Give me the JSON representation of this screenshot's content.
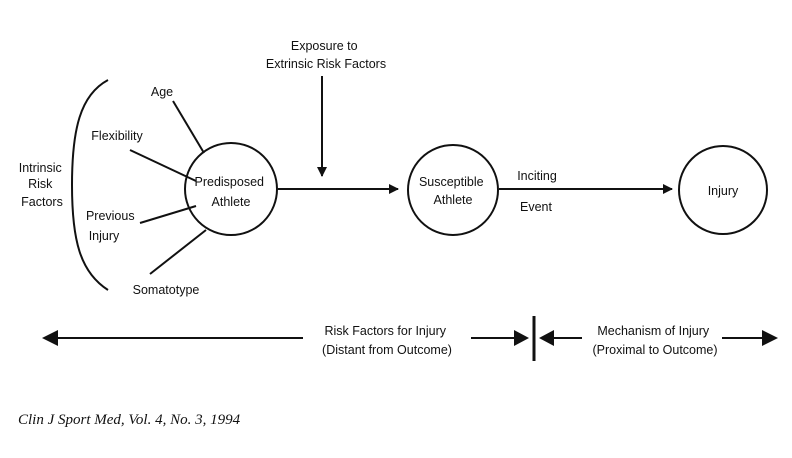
{
  "diagram": {
    "intrinsic_label": [
      "Intrinsic",
      "Risk",
      "Factors"
    ],
    "factors": {
      "age": "Age",
      "flexibility": "Flexibility",
      "previous_injury": [
        "Previous",
        "Injury"
      ],
      "somatotype": "Somatotype"
    },
    "nodes": {
      "predisposed": [
        "Predisposed",
        "Athlete"
      ],
      "susceptible": [
        "Susceptible",
        "Athlete"
      ],
      "injury": "Injury"
    },
    "exposure_label": [
      "Exposure to",
      "Extrinsic Risk Factors"
    ],
    "inciting_label": [
      "Inciting",
      "Event"
    ],
    "timeline": {
      "risk_factors": [
        "Risk Factors for Injury",
        "(Distant from Outcome)"
      ],
      "mechanism": [
        "Mechanism of Injury",
        "(Proximal to Outcome)"
      ]
    }
  },
  "citation": "Clin J Sport Med, Vol. 4, No. 3, 1994"
}
